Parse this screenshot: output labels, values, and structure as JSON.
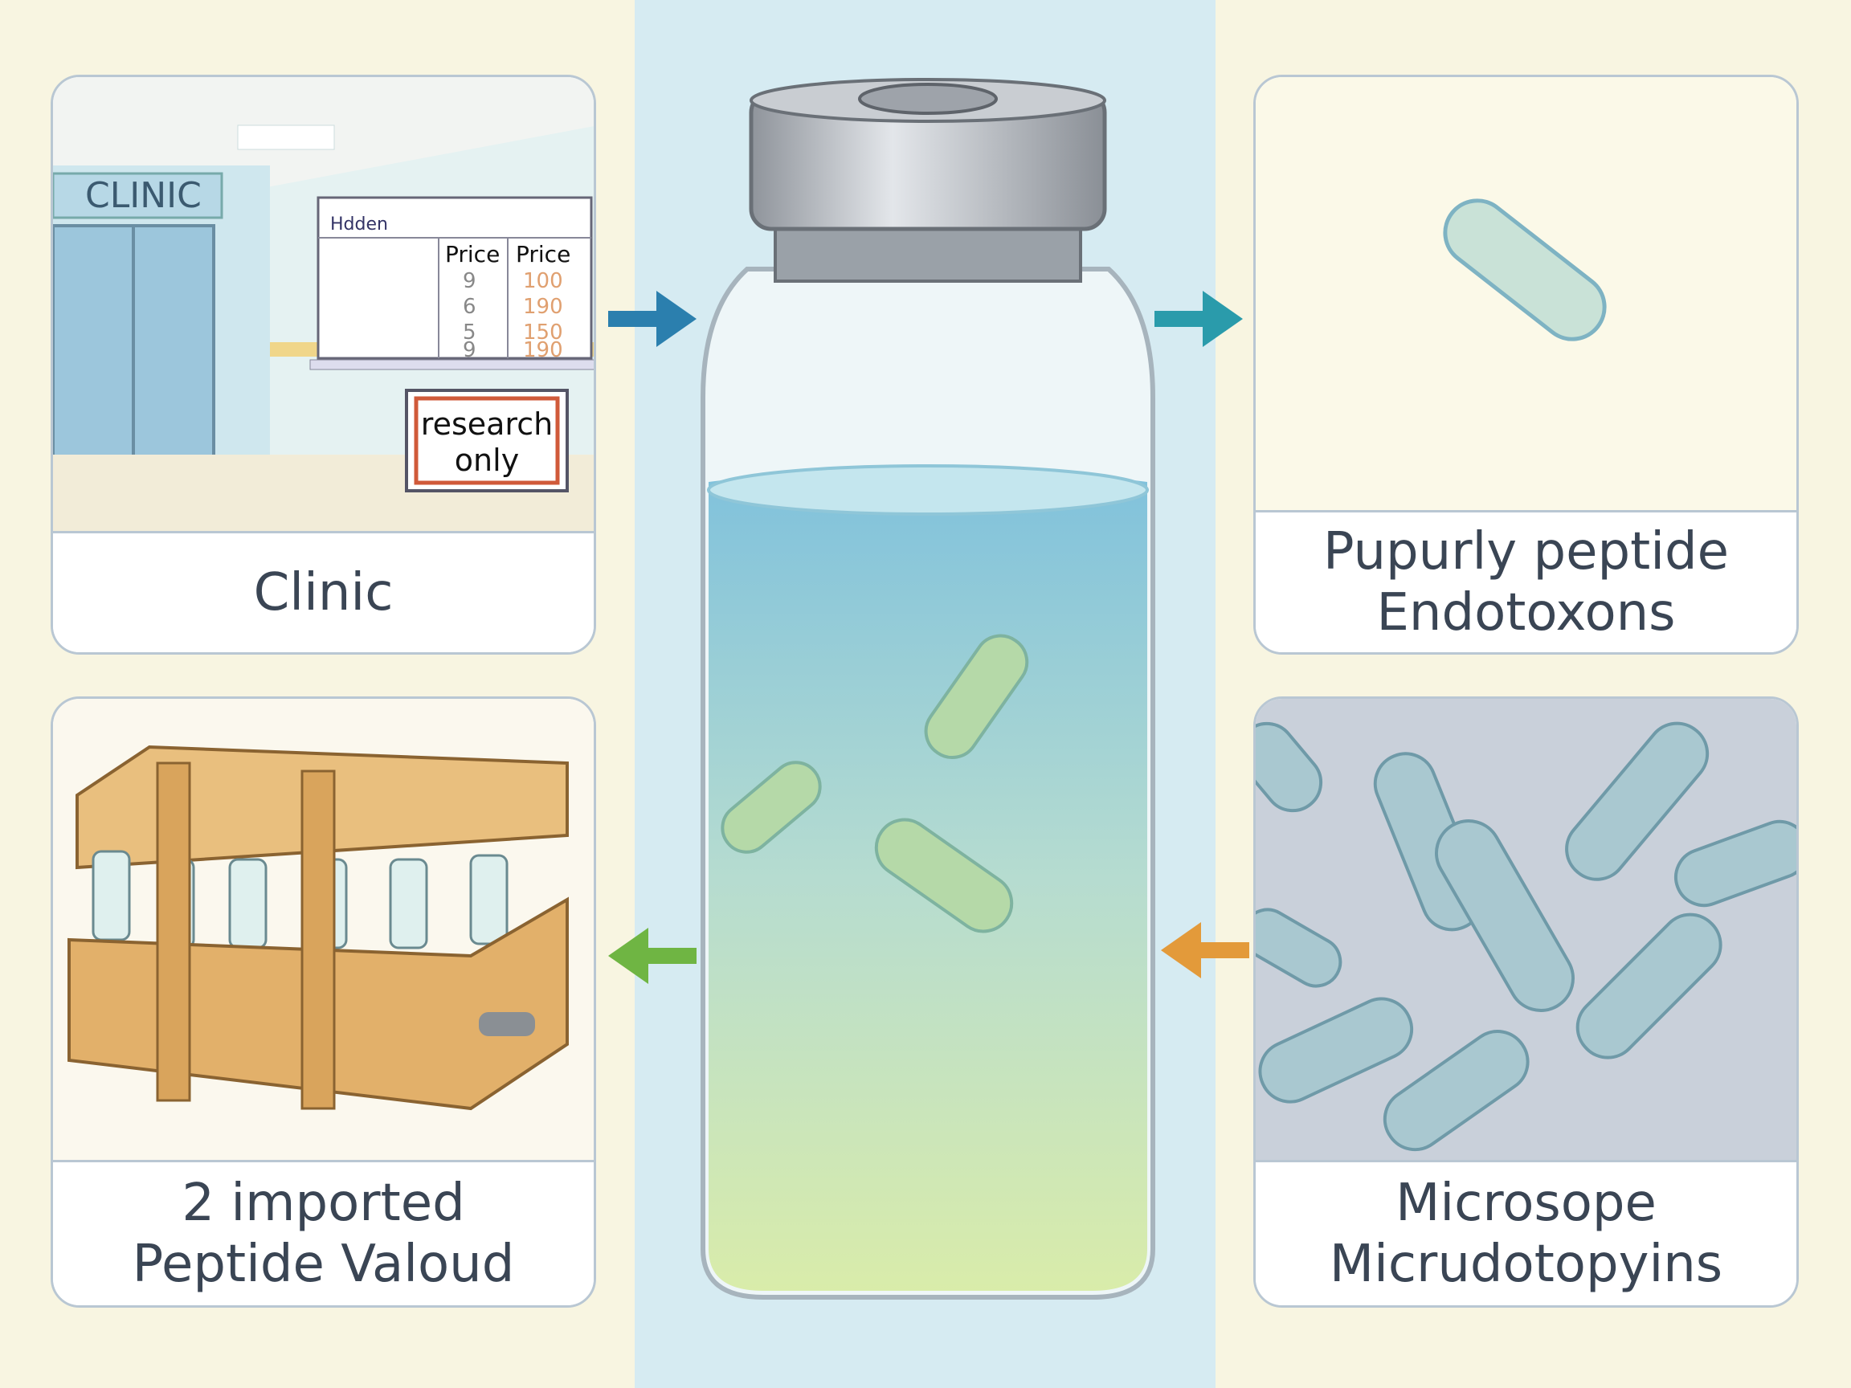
{
  "panels": {
    "clinic": {
      "label": "Clinic",
      "sign": "CLINIC",
      "board_title": "Hdden",
      "price_headers": [
        "Price",
        "Price"
      ],
      "col1": [
        "9",
        "6",
        "5",
        "9"
      ],
      "col2": [
        "100",
        "190",
        "150",
        "190"
      ],
      "notice_line1": "research",
      "notice_line2": "only"
    },
    "endotoxin": {
      "line1": "Pupurly peptide",
      "line2": "Endotoxons"
    },
    "imported": {
      "line1": "2 imported",
      "line2": "Peptide Valoud"
    },
    "microscope": {
      "line1": "Microsope",
      "line2": "Micrudotopyins"
    }
  },
  "colors": {
    "background": "#f8f5e1",
    "center": "#d6ebf2",
    "arrow_blue": "#2b7fae",
    "arrow_teal": "#2a9bab",
    "arrow_green": "#6fb543",
    "arrow_orange": "#e39a3a"
  }
}
